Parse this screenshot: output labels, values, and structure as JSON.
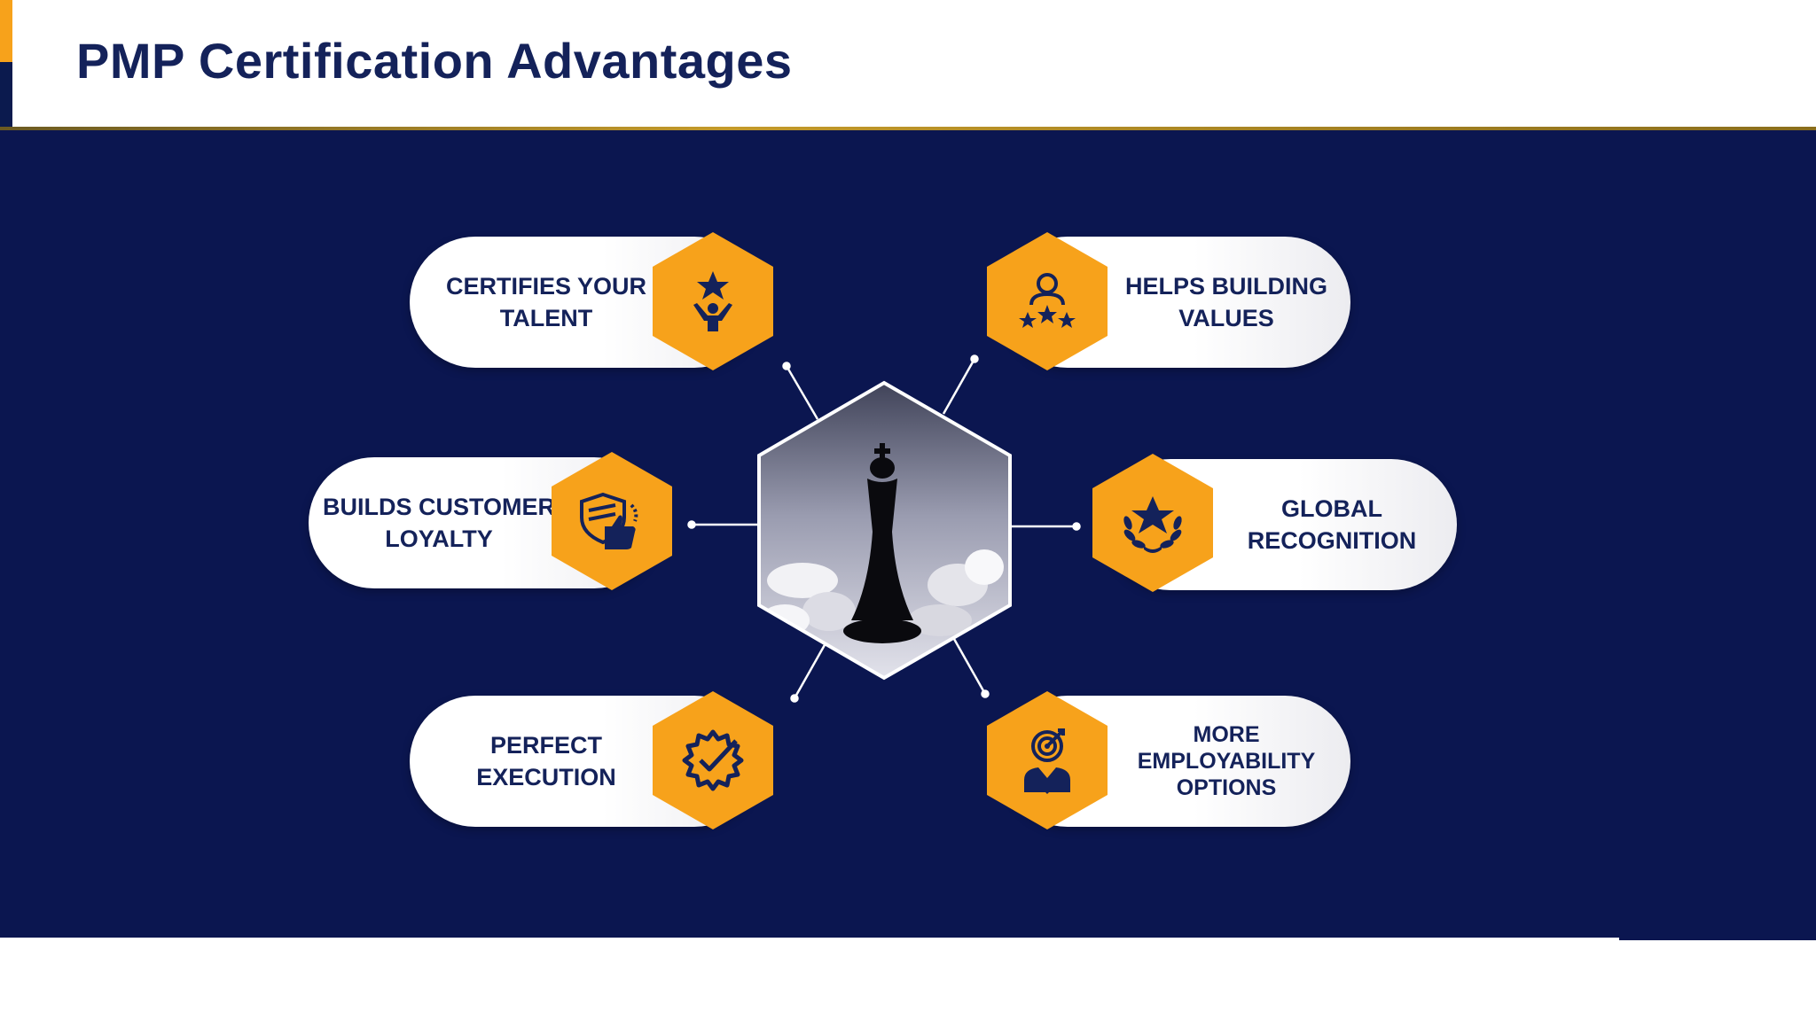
{
  "page": {
    "title": "PMP Certification Advantages"
  },
  "center": {
    "image_icon": "chess-king-icon"
  },
  "colors": {
    "navy": "#0b1650",
    "orange": "#f7a21b",
    "text": "#14225a"
  },
  "items": [
    {
      "lines": [
        "CERTIFIES YOUR",
        "TALENT"
      ],
      "icon": "star-person-icon"
    },
    {
      "lines": [
        "HELPS BUILDING",
        "VALUES"
      ],
      "icon": "person-stars-icon"
    },
    {
      "lines": [
        "BUILDS CUSTOMER",
        "LOYALTY"
      ],
      "icon": "shield-thumbs-up-icon"
    },
    {
      "lines": [
        "GLOBAL",
        "RECOGNITION"
      ],
      "icon": "laurel-star-icon"
    },
    {
      "lines": [
        "PERFECT",
        "EXECUTION"
      ],
      "icon": "gear-check-icon"
    },
    {
      "lines": [
        "MORE",
        "EMPLOYABILITY",
        "OPTIONS"
      ],
      "icon": "target-person-icon"
    }
  ]
}
